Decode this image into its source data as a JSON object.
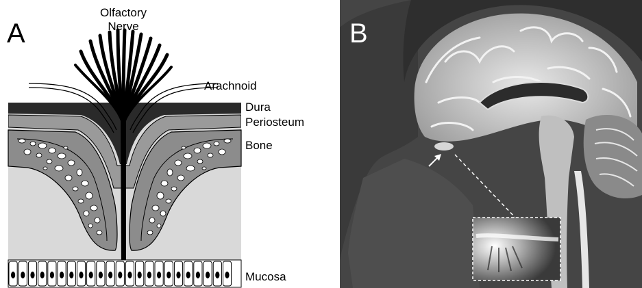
{
  "panels": {
    "a": {
      "letter": "A",
      "labels": {
        "olfactory_line1": "Olfactory",
        "olfactory_line2": "Nerve",
        "arachnoid": "Arachnoid",
        "dura": "Dura",
        "periosteum": "Periosteum",
        "bone": "Bone",
        "mucosa": "Mucosa"
      }
    },
    "b": {
      "letter": "B"
    }
  },
  "colors": {
    "dura": "#2a2a2a",
    "periosteum_band": "#9a9a9a",
    "bone_fill": "#8c8c8c",
    "soft_tissue": "#d9d9d9",
    "mri_background": "#454545",
    "mri_brain": "#bdbdbd"
  }
}
